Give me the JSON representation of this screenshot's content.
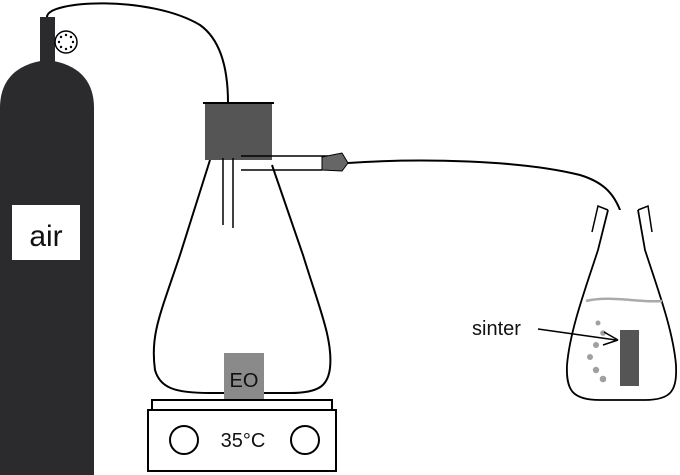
{
  "labels": {
    "cylinder": "air",
    "liquid": "EO",
    "temperature": "35°C",
    "sinter": "sinter"
  },
  "colors": {
    "cylinder": "#2b2b2d",
    "stopper": "#555555",
    "liquid": "#8a8a8a",
    "outline": "#000000",
    "water_line": "#aaaaaa",
    "bubbles": "#a0a0a0"
  }
}
